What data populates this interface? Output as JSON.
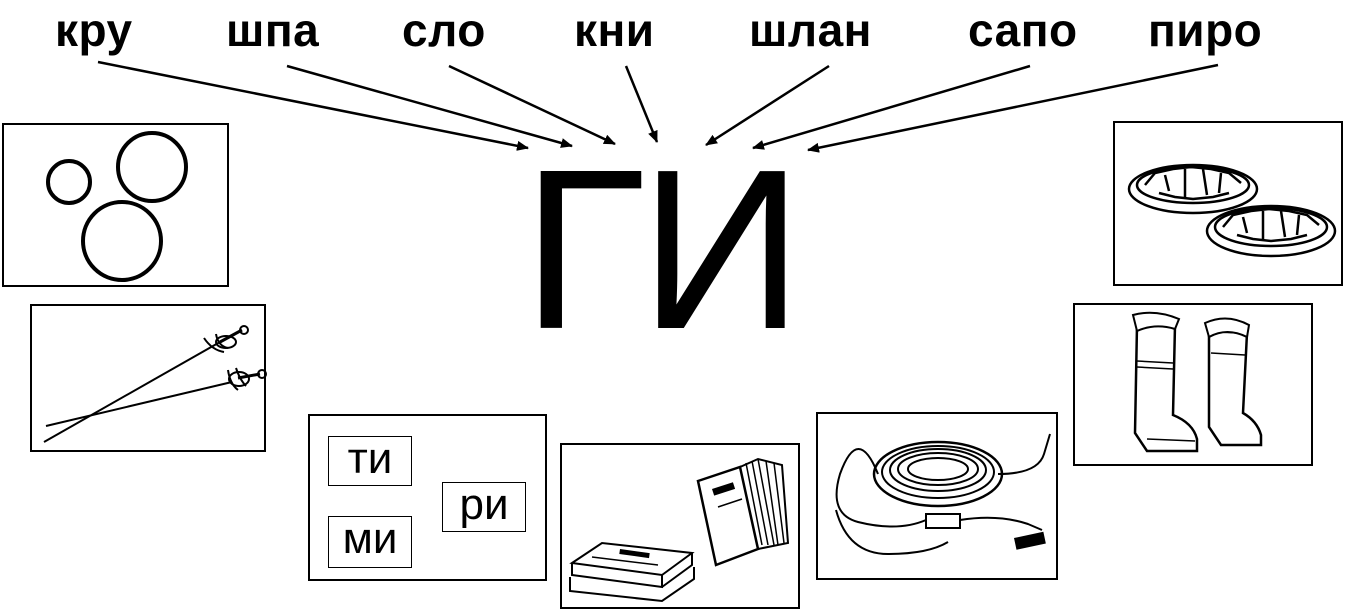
{
  "syllables": [
    "кру",
    "шпа",
    "сло",
    "кни",
    "шлан",
    "сапо",
    "пиро"
  ],
  "center_syllable": "ГИ",
  "endings": [
    "ти",
    "ми",
    "ри"
  ],
  "pictures": [
    "circles-icon",
    "swords-icon",
    "books-icon",
    "hose-icon",
    "boots-icon",
    "pie-icon"
  ]
}
